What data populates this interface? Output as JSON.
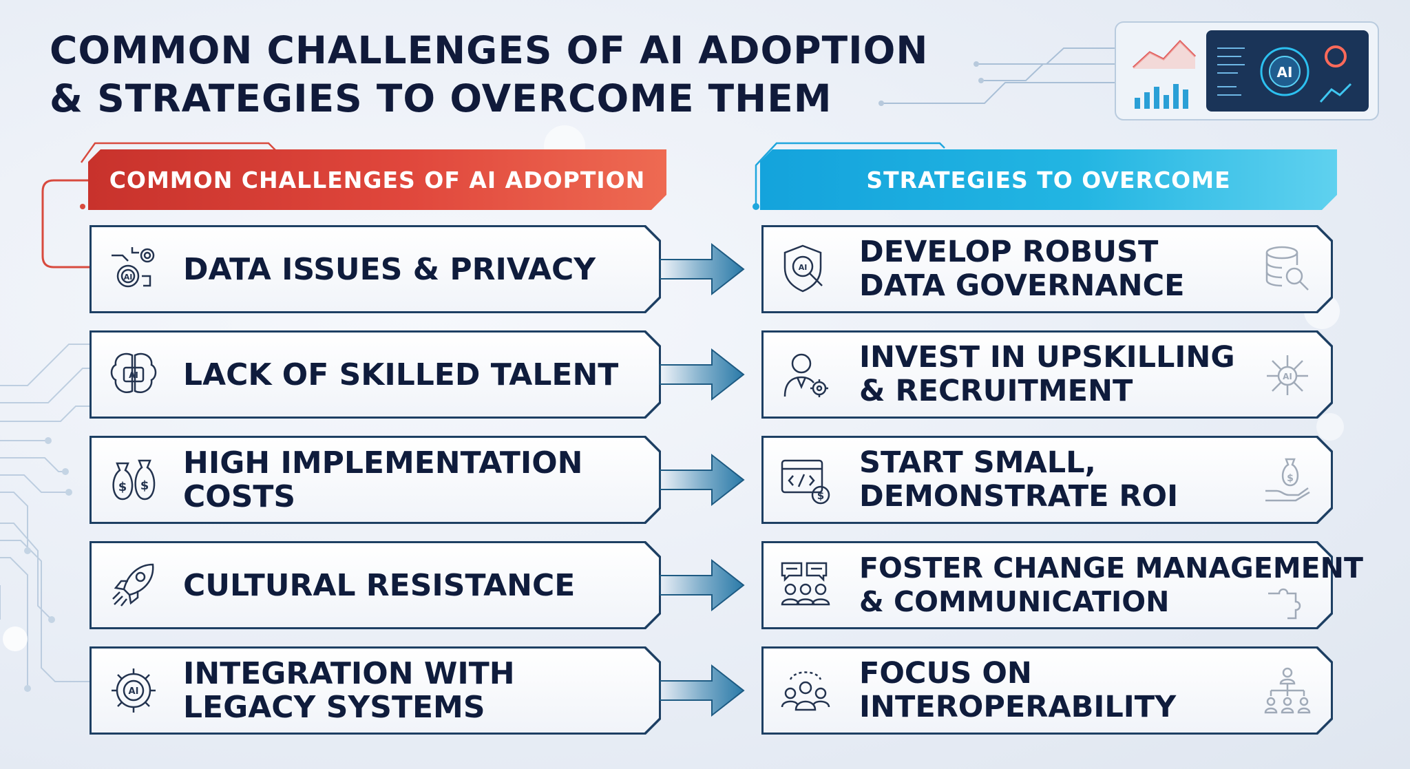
{
  "title": {
    "line1": "COMMON CHALLENGES OF AI ADOPTION",
    "line2": "& STRATEGIES TO OVERCOME THEM"
  },
  "columns": {
    "challenges_header": "COMMON CHALLENGES OF AI ADOPTION",
    "strategies_header": "STRATEGIES TO OVERCOME"
  },
  "colors": {
    "title": "#101a3a",
    "challenge_header": "#d63a30",
    "strategy_header": "#1aa8df",
    "card_border": "#1d3f63",
    "arrow": "#2a7aa8"
  },
  "widget": {
    "badge": "AI"
  },
  "rows": [
    {
      "challenge": {
        "lines": [
          "DATA ISSUES & PRIVACY"
        ],
        "icon": "ai-gear-icon",
        "badge": "AI"
      },
      "strategy": {
        "lines": [
          "DEVELOP ROBUST",
          "DATA GOVERNANCE"
        ],
        "icon": "ai-shield-search-icon",
        "badge": "AI",
        "side_icon": "database-search-icon"
      }
    },
    {
      "challenge": {
        "lines": [
          "LACK OF SKILLED TALENT"
        ],
        "icon": "ai-brain-icon",
        "badge": "AI"
      },
      "strategy": {
        "lines": [
          "INVEST IN UPSKILLING",
          "& RECRUITMENT"
        ],
        "icon": "person-gear-icon",
        "side_icon": "ai-network-icon",
        "side_badge": "AI"
      }
    },
    {
      "challenge": {
        "lines": [
          "HIGH IMPLEMENTATION",
          "COSTS"
        ],
        "icon": "money-bags-icon"
      },
      "strategy": {
        "lines": [
          "START SMALL,",
          "DEMONSTRATE ROI"
        ],
        "icon": "code-window-dollar-icon",
        "side_icon": "hand-money-bag-icon"
      }
    },
    {
      "challenge": {
        "lines": [
          "CULTURAL RESISTANCE"
        ],
        "icon": "rocket-icon"
      },
      "strategy": {
        "lines": [
          "FOSTER CHANGE MANAGEMENT",
          "& COMMUNICATION"
        ],
        "icon": "team-chat-icon",
        "side_icon": "puzzle-icon"
      }
    },
    {
      "challenge": {
        "lines": [
          "INTEGRATION WITH",
          "LEGACY SYSTEMS"
        ],
        "icon": "ai-cog-icon",
        "badge": "AI"
      },
      "strategy": {
        "lines": [
          "FOCUS ON",
          "INTEROPERABILITY"
        ],
        "icon": "team-cycle-icon",
        "side_icon": "org-chart-icon"
      }
    }
  ]
}
